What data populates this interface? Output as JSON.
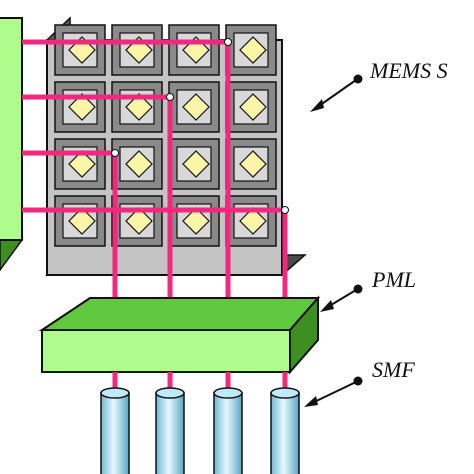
{
  "labels": {
    "mems": "MEMS S",
    "pml": "PML",
    "smf": "SMF"
  },
  "colors": {
    "green_light": "#aefc8c",
    "green_dark": "#3d8f22",
    "green_side": "#5fc83f",
    "pink": "#f0287e",
    "gray_frame": "#c4c4c4",
    "gray_dark": "#5e5e5e",
    "mirror_yellow": "#fbf5a8",
    "fiber_blue": "#a9dff0"
  },
  "mems_grid": {
    "rows": 4,
    "cols": 4
  },
  "fiber_count": 4
}
